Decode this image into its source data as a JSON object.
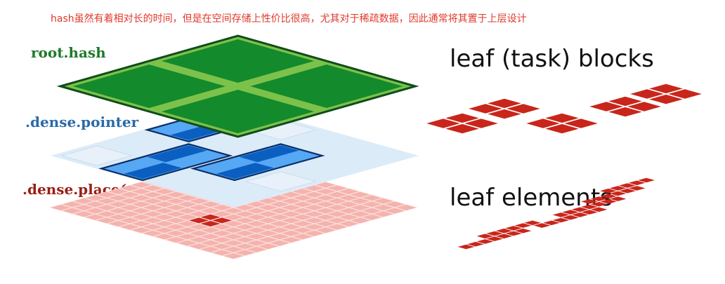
{
  "caption": "hash虽然有着相对长的时间，但是在空间存储上性价比很高，尤其对于稀疏数据，因此通常将其置于上层设计",
  "layers": {
    "root": "root.hash",
    "pointer": ".dense.pointer",
    "place": ".dense.place(a)"
  },
  "right_titles": {
    "blocks": "leaf (task) blocks",
    "elements": "leaf elements"
  },
  "colors": {
    "caption": "#e0392b",
    "root_label": "#1f7a2a",
    "pointer_label": "#2a6aa8",
    "place_label": "#9a1f14",
    "green_dark": "#138a2b",
    "green_light": "#7cc24a",
    "blue_dark": "#0b5fc1",
    "blue_light": "#56a8f5",
    "blue_plate": "#dcebf8",
    "red_cell": "#c8261b",
    "pink_cell": "#f5b3ae",
    "pink_plate": "#fbe1df"
  }
}
